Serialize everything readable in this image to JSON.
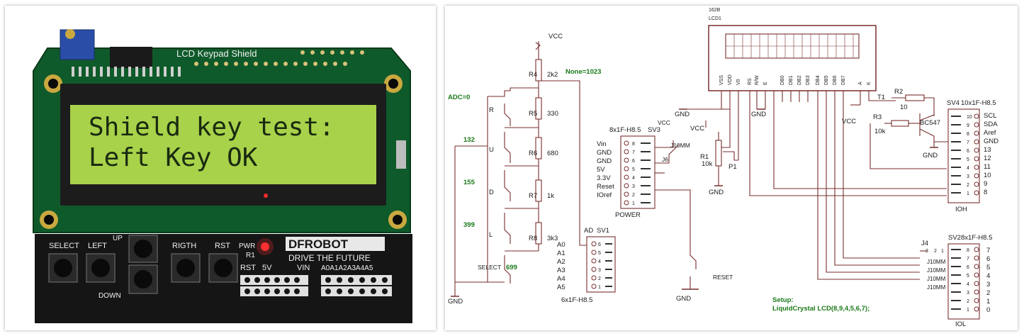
{
  "photo": {
    "board_title": "LCD Keypad Shield",
    "lcd_line1": "Shield key test:",
    "lcd_line2": "Left Key OK",
    "brand": "DFROBOT",
    "tagline": "DRIVE THE FUTURE",
    "btn_select": "SELECT",
    "btn_left": "LEFT",
    "btn_up": "UP",
    "btn_down": "DOWN",
    "btn_right": "RIGTH",
    "btn_rst": "RST",
    "pwr": "PWR",
    "r1": "R1",
    "hdr_rst": "RST",
    "hdr_5v": "5V",
    "hdr_vin": "VIN",
    "analog": "A0A1A2A3A4A5"
  },
  "schematic": {
    "vcc_top": "VCC",
    "none": "None=1023",
    "adc": "ADC=0",
    "r4": "R4",
    "r4v": "2k2",
    "r5": "R5",
    "r5v": "330",
    "r6": "R6",
    "r6v": "680",
    "r7": "R7",
    "r7v": "1k",
    "r8": "R8",
    "r8v": "3k3",
    "v132": "132",
    "v155": "155",
    "v399": "399",
    "v699": "699",
    "sw_r": "R",
    "sw_u": "U",
    "sw_d": "D",
    "sw_l": "L",
    "sw_select": "SELECT",
    "gnd_left": "GND",
    "ad_label": "AD",
    "sv1": "SV1",
    "a0": "A0",
    "a1": "A1",
    "a2": "A2",
    "a3": "A3",
    "a4": "A4",
    "a5": "A5",
    "sv1_type": "6x1F-H8.5",
    "sv1_pins": [
      "6",
      "5",
      "4",
      "3",
      "2",
      "1"
    ],
    "power_type": "8x1F-H8.5",
    "sv3": "SV3",
    "power_labels": [
      "Vin",
      "GND",
      "GND",
      "5V",
      "3.3V",
      "Reset",
      "IOref",
      ""
    ],
    "power_pins": [
      "8",
      "7",
      "6",
      "5",
      "4",
      "3",
      "2",
      "1"
    ],
    "power": "POWER",
    "vcc_j6": "VCC",
    "j6": "J6",
    "j10mm": "J10MM",
    "reset": "RESET",
    "gnd_reset": "GND",
    "lcd_name": "162B",
    "lcd1": "LCD1",
    "lcd_pins": [
      "VSS",
      "VDD",
      "V0",
      "RS",
      "R/W",
      "E",
      "DB0",
      "DB1",
      "DB2",
      "DB3",
      "DB4",
      "DB5",
      "DB6",
      "DB7",
      "A",
      "K"
    ],
    "gnd_lcd1": "GND",
    "gnd_lcd2": "GND",
    "vcc_pot": "VCC",
    "r1": "R1",
    "r1v": "10k",
    "p1": "P1",
    "gnd_pot": "GND",
    "vcc_mid": "VCC",
    "t1": "T1",
    "r2": "R2",
    "r2v": "10",
    "r3": "R3",
    "r3v": "10k",
    "bc547": "BC547",
    "gnd_t": "GND",
    "sv4": "SV4",
    "sv4_type": "10x1F-H8.5",
    "sv4_labels": [
      "SCL",
      "SDA",
      "Aref",
      "GND",
      "13",
      "12",
      "11",
      "10",
      "9",
      "8"
    ],
    "sv4_pins": [
      "10",
      "9",
      "8",
      "7",
      "6",
      "5",
      "4",
      "3",
      "2",
      "1"
    ],
    "ioh": "IOH",
    "j4": "J4",
    "j4_pins": [
      "3",
      "2",
      "1"
    ],
    "sv2": "SV2",
    "sv2_type": "8x1F-H8.5",
    "sv2_labels": [
      "7",
      "6",
      "5",
      "4",
      "3",
      "2",
      "1",
      "0"
    ],
    "sv2_pins": [
      "8",
      "7",
      "6",
      "5",
      "4",
      "3",
      "2",
      "1"
    ],
    "iol": "IOL",
    "setup": "Setup:",
    "setup2": "LiquidCrystal LCD(8,9,4,5,6,7);"
  }
}
